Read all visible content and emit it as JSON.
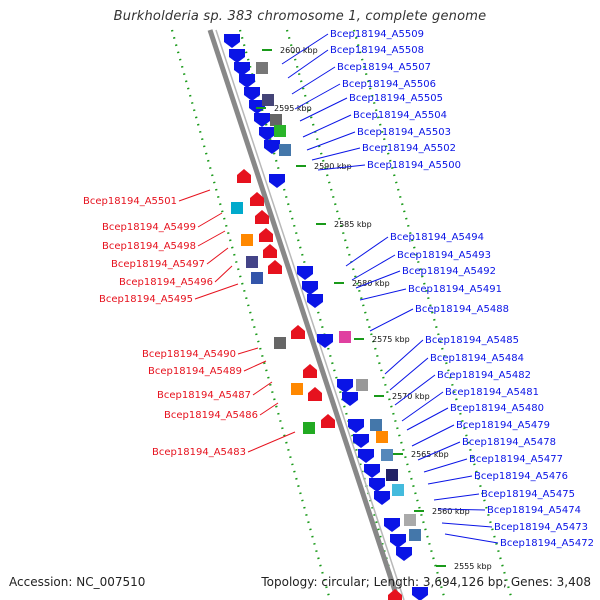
{
  "title": "Burkholderia sp. 383 chromosome 1, complete genome",
  "footer": {
    "accession": "Accession: NC_007510",
    "info": "Topology: circular; Length: 3,694,126 bp; Genes: 3,408"
  },
  "colors": {
    "forward": "#0a14e6",
    "reverse": "#e6121e",
    "backbone": "#888888",
    "track": "#1a9a1a"
  },
  "kbp_ticks": [
    "2600 kbp",
    "2595 kbp",
    "2590 kbp",
    "2585 kbp",
    "2580 kbp",
    "2575 kbp",
    "2570 kbp",
    "2565 kbp",
    "2560 kbp",
    "2555 kbp"
  ],
  "genes_right": [
    "Bcep18194_A5509",
    "Bcep18194_A5508",
    "Bcep18194_A5507",
    "Bcep18194_A5506",
    "Bcep18194_A5505",
    "Bcep18194_A5504",
    "Bcep18194_A5503",
    "Bcep18194_A5502",
    "Bcep18194_A5500",
    "Bcep18194_A5494",
    "Bcep18194_A5493",
    "Bcep18194_A5492",
    "Bcep18194_A5491",
    "Bcep18194_A5488",
    "Bcep18194_A5485",
    "Bcep18194_A5484",
    "Bcep18194_A5482",
    "Bcep18194_A5481",
    "Bcep18194_A5480",
    "Bcep18194_A5479",
    "Bcep18194_A5478",
    "Bcep18194_A5477",
    "Bcep18194_A5476",
    "Bcep18194_A5475",
    "Bcep18194_A5474",
    "Bcep18194_A5473",
    "Bcep18194_A5472"
  ],
  "genes_left": [
    "Bcep18194_A5501",
    "Bcep18194_A5499",
    "Bcep18194_A5498",
    "Bcep18194_A5497",
    "Bcep18194_A5496",
    "Bcep18194_A5495",
    "Bcep18194_A5490",
    "Bcep18194_A5489",
    "Bcep18194_A5487",
    "Bcep18194_A5486",
    "Bcep18194_A5483"
  ]
}
